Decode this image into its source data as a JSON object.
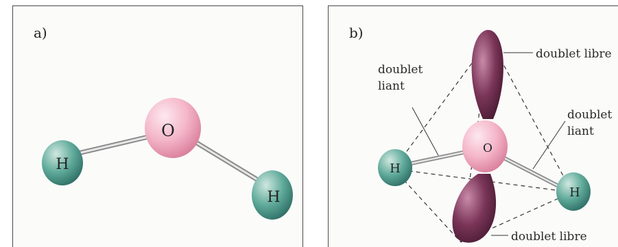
{
  "panel_a": {
    "label": "a)",
    "oxygen": "O",
    "hydrogen_left": "H",
    "hydrogen_right": "H"
  },
  "panel_b": {
    "label": "b)",
    "oxygen": "O",
    "hydrogen_left": "H",
    "hydrogen_right": "H",
    "lone_pair_top": "doublet libre",
    "lone_pair_bottom": "doublet libre",
    "bonding_left_line1": "doublet",
    "bonding_left_line2": "liant",
    "bonding_right_line1": "doublet",
    "bonding_right_line2": "liant"
  },
  "colors": {
    "oxygen": "#f4b5c9",
    "hydrogen": "#5faa9a",
    "lone_pair": "#7a3558",
    "bond": "#c9c9c9",
    "border": "#4a4a4a"
  }
}
